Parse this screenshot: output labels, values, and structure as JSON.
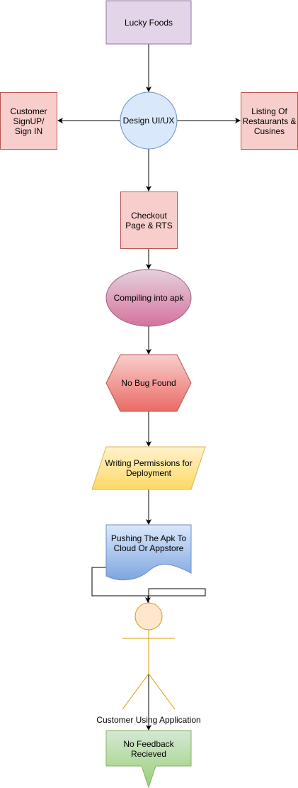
{
  "nodes": {
    "lucky_foods": "Lucky Foods",
    "design": "Design UI/UX",
    "customer_signup": "Customer\nSignUP/\nSign IN",
    "listing": "Listing Of\nRestaurants &\nCusines",
    "checkout": "Checkout\nPage & RTS",
    "compiling": "Compiling into apk",
    "no_bug": "No Bug Found",
    "permissions": "Writing Permissions for\nDeployment",
    "pushing": "Pushing The Apk To\nCloud Or Appstore",
    "customer_using": "Customer Using Application",
    "feedback": "No Feedback\nRecieved"
  },
  "colors": {
    "lavender_fill": "#e1d5e7",
    "lavender_stroke": "#9673a6",
    "blue_fill": "#dae8fc",
    "blue_stroke": "#6c8ebf",
    "pink_fill": "#f8cecc",
    "pink_stroke": "#b85450",
    "yellow_fill": "#fff2cc",
    "yellow_stroke": "#d6b656",
    "green_fill": "#d5e8d4",
    "green_stroke": "#82b366",
    "actor_fill": "#ffe6cc",
    "actor_stroke": "#d79b00"
  }
}
